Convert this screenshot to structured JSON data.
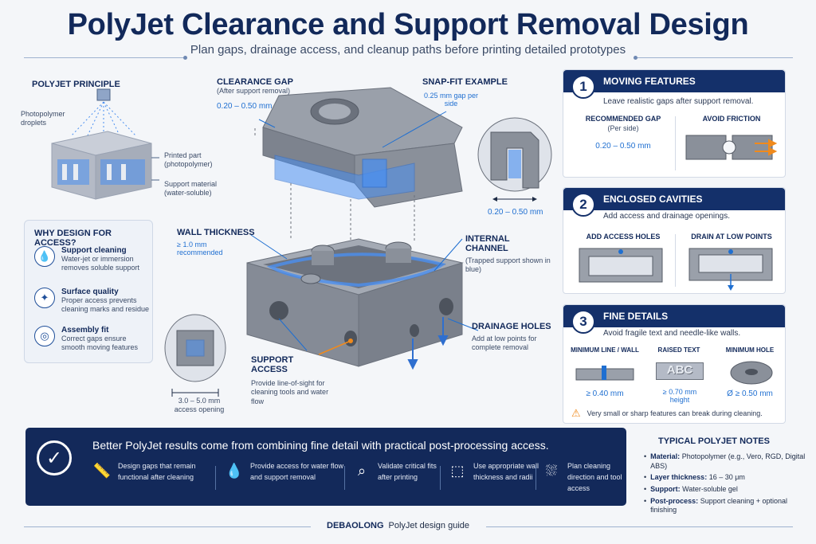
{
  "header": {
    "title": "PolyJet Clearance and Support Removal Design",
    "subtitle": "Plan gaps, drainage access, and cleanup paths before printing detailed prototypes"
  },
  "principle": {
    "heading": "POLYJET PRINCIPLE",
    "droplets": "Photopolymer droplets",
    "printed_part": "Printed part (photopolymer)",
    "support": "Support material (water-soluble)"
  },
  "why": {
    "heading": "WHY DESIGN FOR ACCESS?",
    "items": [
      {
        "title": "Support cleaning",
        "text": "Water-jet or immersion removes soluble support",
        "icon": "droplet-icon"
      },
      {
        "title": "Surface quality",
        "text": "Proper access prevents cleaning marks and residue",
        "icon": "sparkle-icon"
      },
      {
        "title": "Assembly fit",
        "text": "Correct gaps ensure smooth moving features",
        "icon": "target-icon"
      }
    ]
  },
  "callouts": {
    "clearance_title": "CLEARANCE GAP",
    "clearance_sub": "(After support removal)",
    "clearance_val": "0.20 – 0.50 mm",
    "snap_title": "SNAP-FIT EXAMPLE",
    "snap_val": "0.25 mm gap per side",
    "snap_detail_val": "0.20 – 0.50 mm",
    "wall_title": "WALL THICKNESS",
    "wall_val": "≥ 1.0 mm recommended",
    "channel_title": "INTERNAL CHANNEL",
    "channel_sub": "(Trapped support shown in blue)",
    "drain_title": "DRAINAGE HOLES",
    "drain_sub": "Add at low points for complete removal",
    "access_title": "SUPPORT ACCESS",
    "access_sub": "Provide line-of-sight for cleaning tools and water flow",
    "opening_val": "3.0 – 5.0 mm",
    "opening_sub": "access opening"
  },
  "panels": [
    {
      "num": "1",
      "title": "MOVING FEATURES",
      "desc": "Leave realistic gaps after support removal.",
      "col1_title": "RECOMMENDED GAP",
      "col1_sub": "(Per side)",
      "col1_val": "0.20 – 0.50 mm",
      "col2_title": "AVOID FRICTION"
    },
    {
      "num": "2",
      "title": "ENCLOSED CAVITIES",
      "desc": "Add access and drainage openings.",
      "col1_title": "ADD ACCESS HOLES",
      "col2_title": "DRAIN AT LOW POINTS"
    },
    {
      "num": "3",
      "title": "FINE DETAILS",
      "desc": "Avoid fragile text and needle-like walls.",
      "col1_title": "MINIMUM LINE / WALL",
      "col1_val": "≥ 0.40 mm",
      "col2_title": "RAISED TEXT",
      "col2_val": "≥ 0.70 mm height",
      "raised_text": "ABC",
      "col3_title": "MINIMUM HOLE",
      "col3_val": "Ø ≥ 0.50 mm",
      "warning": "Very small or sharp features can break during cleaning."
    }
  ],
  "banner": {
    "headline": "Better PolyJet results come from combining fine detail with practical post-processing access.",
    "items": [
      {
        "icon": "caliper-icon",
        "text": "Design gaps that remain functional after cleaning"
      },
      {
        "icon": "water-drops-icon",
        "text": "Provide access for water flow and support removal"
      },
      {
        "icon": "magnifier-icon",
        "text": "Validate critical fits after printing"
      },
      {
        "icon": "box-icon",
        "text": "Use appropriate wall thickness and radii"
      },
      {
        "icon": "spray-icon",
        "text": "Plan cleaning direction and tool access"
      }
    ]
  },
  "notes": {
    "heading": "TYPICAL POLYJET NOTES",
    "rows": [
      {
        "k": "Material:",
        "v": "Photopolymer (e.g., Vero, RGD, Digital ABS)"
      },
      {
        "k": "Layer thickness:",
        "v": "16 – 30 μm"
      },
      {
        "k": "Support:",
        "v": "Water-soluble gel"
      },
      {
        "k": "Post-process:",
        "v": "Support cleaning + optional finishing"
      }
    ]
  },
  "footer": {
    "brand": "DEBAOLONG",
    "text": "PolyJet design guide"
  },
  "colors": {
    "navy": "#13295a",
    "accent_blue": "#1f6fd1",
    "support_blue": "#4a8ff0",
    "warning_orange": "#f08a1c"
  }
}
